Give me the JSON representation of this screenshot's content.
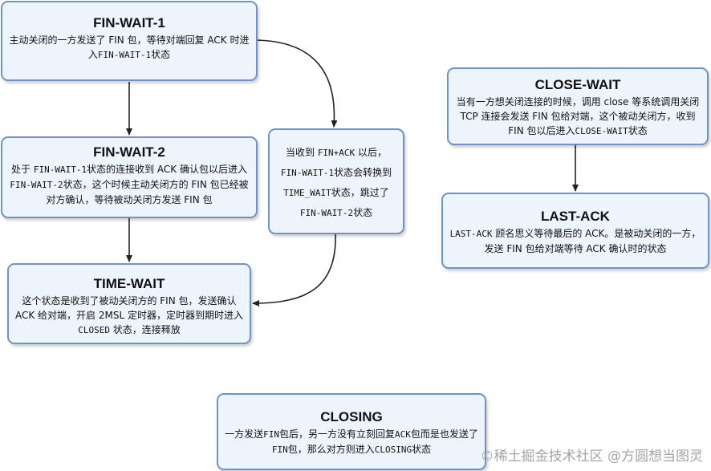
{
  "nodes": {
    "fin_wait_1": {
      "title": "FIN-WAIT-1",
      "desc_a": "主动关闭的一方发送了 FIN 包，等待对端回复 ACK 时进入",
      "desc_mono": "FIN-WAIT-1",
      "desc_b": "状态"
    },
    "fin_wait_2": {
      "title": "FIN-WAIT-2",
      "desc_a": "处于 ",
      "desc_mono1": "FIN-WAIT-1",
      "desc_b": "状态的连接收到 ACK 确认包以后进入",
      "desc_mono2": "FIN-WAIT-2",
      "desc_c": "状态，这个时候主动关闭方的 FIN 包已经被对方确认，等待被动关闭方发送 FIN 包"
    },
    "time_wait": {
      "title": "TIME-WAIT",
      "desc_a": "这个状态是收到了被动关闭方的 FIN 包，发送确认 ACK 给对端，开启 2MSL 定时器，定时器到期时进入 ",
      "desc_mono": "CLOSED",
      "desc_b": " 状态，连接释放"
    },
    "transition_note": {
      "l1a": "当收到 ",
      "l1m": "FIN+ACK",
      "l1b": " 以后，",
      "l2m": "FIN-WAIT-1",
      "l2b": "状态会转换到",
      "l3m": "TIME_WAIT",
      "l3b": "状态，跳过了",
      "l4m": "FIN-WAIT-2",
      "l4b": "状态"
    },
    "close_wait": {
      "title": "CLOSE-WAIT",
      "desc_a": "当有一方想关闭连接的时候，调用 close 等系统调用关闭 TCP 连接会发送 FIN 包给对端，这个被动关闭方，收到 FIN 包以后进入",
      "desc_mono": "CLOSE-WAIT",
      "desc_b": "状态"
    },
    "last_ack": {
      "title": "LAST-ACK",
      "desc_mono": "LAST-ACK",
      "desc_a": " 顾名思义等待最后的 ACK。是被动关闭的一方，发送 FIN 包给对端等待 ACK 确认时的状态"
    },
    "closing": {
      "title": "CLOSING",
      "desc_a": "一方发送",
      "desc_mono1": "FIN",
      "desc_b": "包后，另一方没有立刻回复",
      "desc_mono2": "ACK",
      "desc_c": "包而是也发送了",
      "desc_mono3": "FIN",
      "desc_d": "包，那么对方则进入",
      "desc_mono4": "CLOSING",
      "desc_e": "状态"
    }
  },
  "watermark": "©稀土掘金技术社区 @方圆想当图灵",
  "colors": {
    "box_fill": "#eef4fb",
    "box_border": "#6d93c9",
    "arrow": "#222222"
  }
}
